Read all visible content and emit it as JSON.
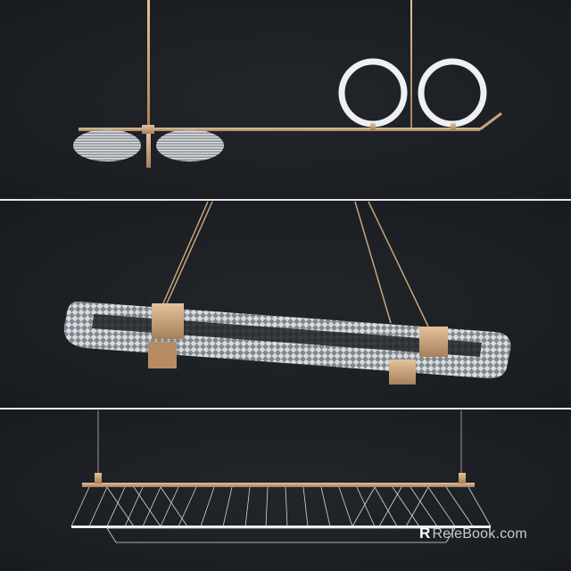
{
  "image": {
    "description": "Three modern pendant chandelier renders stacked in panels on dark background",
    "background_color": "#1b1e22",
    "accent_gold": "#c9a27a",
    "glass_color": "#e6e9ec"
  },
  "panels": [
    {
      "name": "linear-ring-chandelier",
      "items": [
        "two cylindrical ribbed glass shades",
        "two spiral ring shades",
        "brass horizontal bar"
      ]
    },
    {
      "name": "oval-glass-chandelier",
      "items": [
        "elongated oval textured glass ring",
        "four brass clamp blocks",
        "suspension wires"
      ]
    },
    {
      "name": "wire-mesh-linear-pendant",
      "items": [
        "brass rod",
        "trapezoidal wire mesh shade",
        "suspension wires"
      ]
    }
  ],
  "watermark": {
    "logo": "R",
    "text": "ReleBook.com"
  }
}
